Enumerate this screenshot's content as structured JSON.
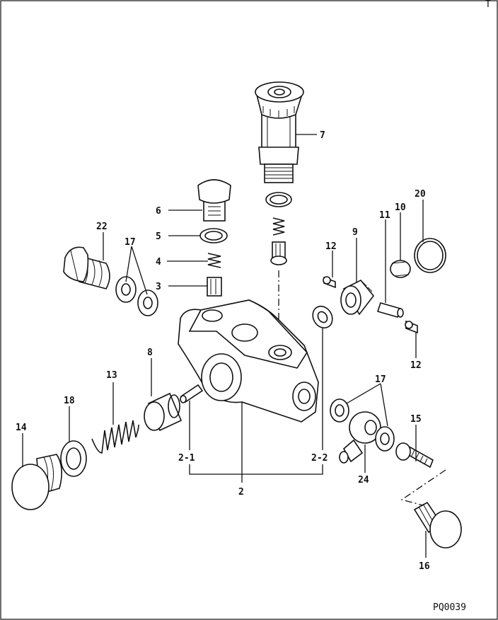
{
  "drawing_code": "PQ0039",
  "corner_mark": "T",
  "labels": {
    "l2": "2",
    "l2_1": "2-1",
    "l2_2": "2-2",
    "l3": "3",
    "l4": "4",
    "l5": "5",
    "l6": "6",
    "l7": "7",
    "l8": "8",
    "l9": "9",
    "l10": "10",
    "l11": "11",
    "l12a": "12",
    "l12b": "12",
    "l13": "13",
    "l14": "14",
    "l15": "15",
    "l16": "16",
    "l17a": "17",
    "l17b": "17",
    "l18": "18",
    "l20": "20",
    "l22": "22",
    "l24": "24"
  }
}
